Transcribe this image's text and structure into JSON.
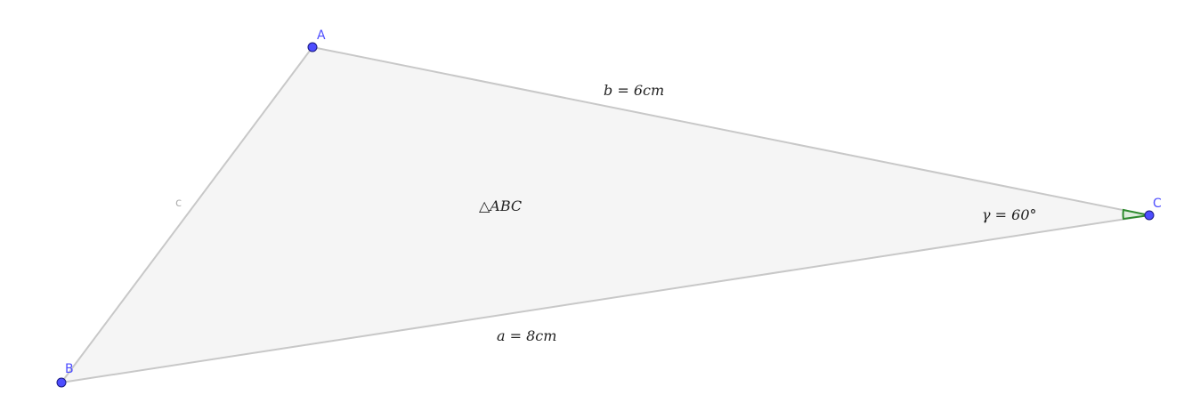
{
  "triangle": {
    "name": "△ABC",
    "vertices": [
      "A",
      "B",
      "C"
    ],
    "side_a": "a = 8cm",
    "side_b": "b = 6cm",
    "side_c": "c",
    "angle_gamma": "γ = 60°"
  },
  "colors": {
    "fill": "#f5f5f5",
    "edge": "#c8c8c8",
    "point": "#4d4dff",
    "angle_marker": "#2e8b2e"
  }
}
